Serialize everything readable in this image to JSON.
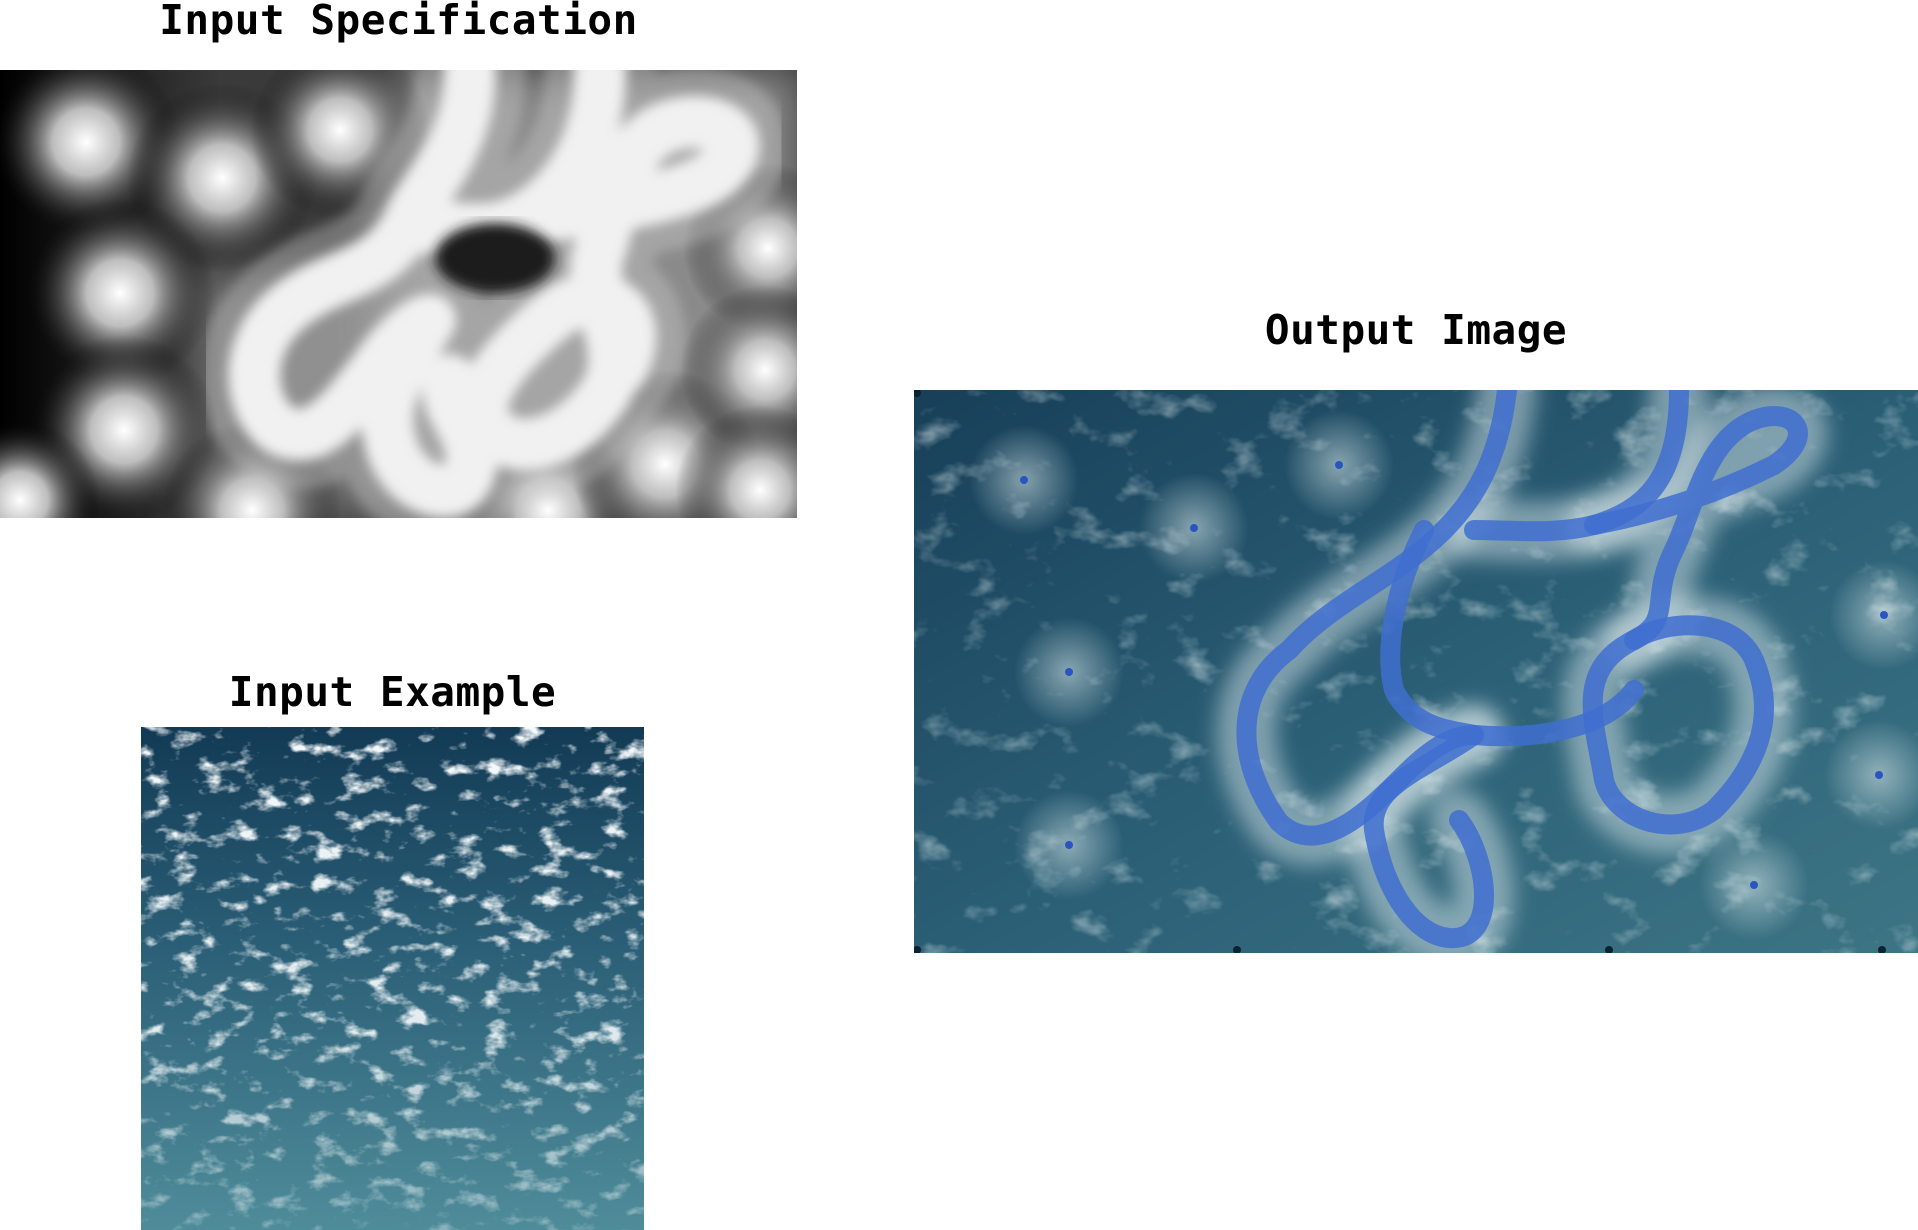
{
  "panels": {
    "input_spec": {
      "title": "Input Specification"
    },
    "input_example": {
      "title": "Input Example"
    },
    "output_image": {
      "title": "Output Image"
    }
  },
  "colors": {
    "background": "#ffffff",
    "title_text": "#000000",
    "spec_dark": "#000000",
    "spec_light": "#ffffff",
    "water_dark": "#0f3a55",
    "water_mid": "#2a6580",
    "foam": "#e6f1f3",
    "path_blue": "#3f6fd0"
  },
  "icons": {
    "input_spec": "distance-field-image",
    "input_example": "ocean-texture-image",
    "output_image": "synthesized-texture-image"
  }
}
